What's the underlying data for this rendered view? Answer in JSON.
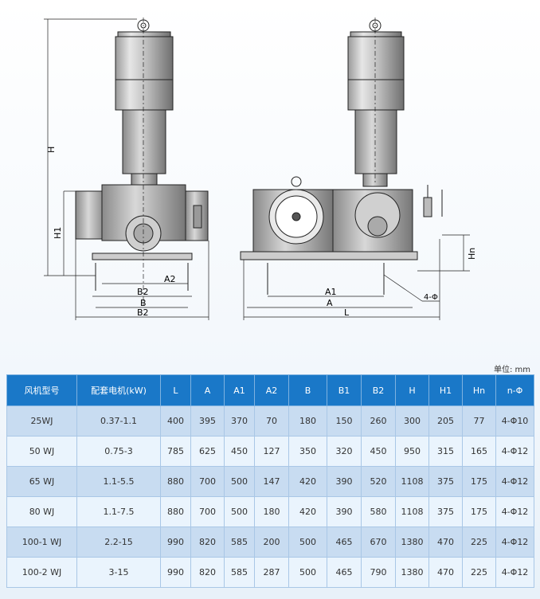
{
  "drawing": {
    "labels": {
      "H": "H",
      "H1": "H1",
      "A2": "A2",
      "B2": "B2",
      "B": "B",
      "A1": "A1",
      "A": "A",
      "L": "L",
      "Hn": "Hn",
      "nphi": "4-Φ"
    }
  },
  "unit_note": "单位: mm",
  "table": {
    "headers": [
      "风机型号",
      "配套电机(kW)",
      "L",
      "A",
      "A1",
      "A2",
      "B",
      "B1",
      "B2",
      "H",
      "H1",
      "Hn",
      "n-Φ"
    ],
    "rows": [
      [
        "25WJ",
        "0.37-1.1",
        "400",
        "395",
        "370",
        "70",
        "180",
        "150",
        "260",
        "300",
        "205",
        "77",
        "4-Φ10"
      ],
      [
        "50 WJ",
        "0.75-3",
        "785",
        "625",
        "450",
        "127",
        "350",
        "320",
        "450",
        "950",
        "315",
        "165",
        "4-Φ12"
      ],
      [
        "65 WJ",
        "1.1-5.5",
        "880",
        "700",
        "500",
        "147",
        "420",
        "390",
        "520",
        "1108",
        "375",
        "175",
        "4-Φ12"
      ],
      [
        "80 WJ",
        "1.1-7.5",
        "880",
        "700",
        "500",
        "180",
        "420",
        "390",
        "580",
        "1108",
        "375",
        "175",
        "4-Φ12"
      ],
      [
        "100-1 WJ",
        "2.2-15",
        "990",
        "820",
        "585",
        "200",
        "500",
        "465",
        "670",
        "1380",
        "470",
        "225",
        "4-Φ12"
      ],
      [
        "100-2 WJ",
        "3-15",
        "990",
        "820",
        "585",
        "287",
        "500",
        "465",
        "790",
        "1380",
        "470",
        "225",
        "4-Φ12"
      ]
    ]
  },
  "colors": {
    "header_bg": "#1a78c8",
    "row_dark": "#c8dcf1",
    "row_light": "#eaf4fd"
  }
}
